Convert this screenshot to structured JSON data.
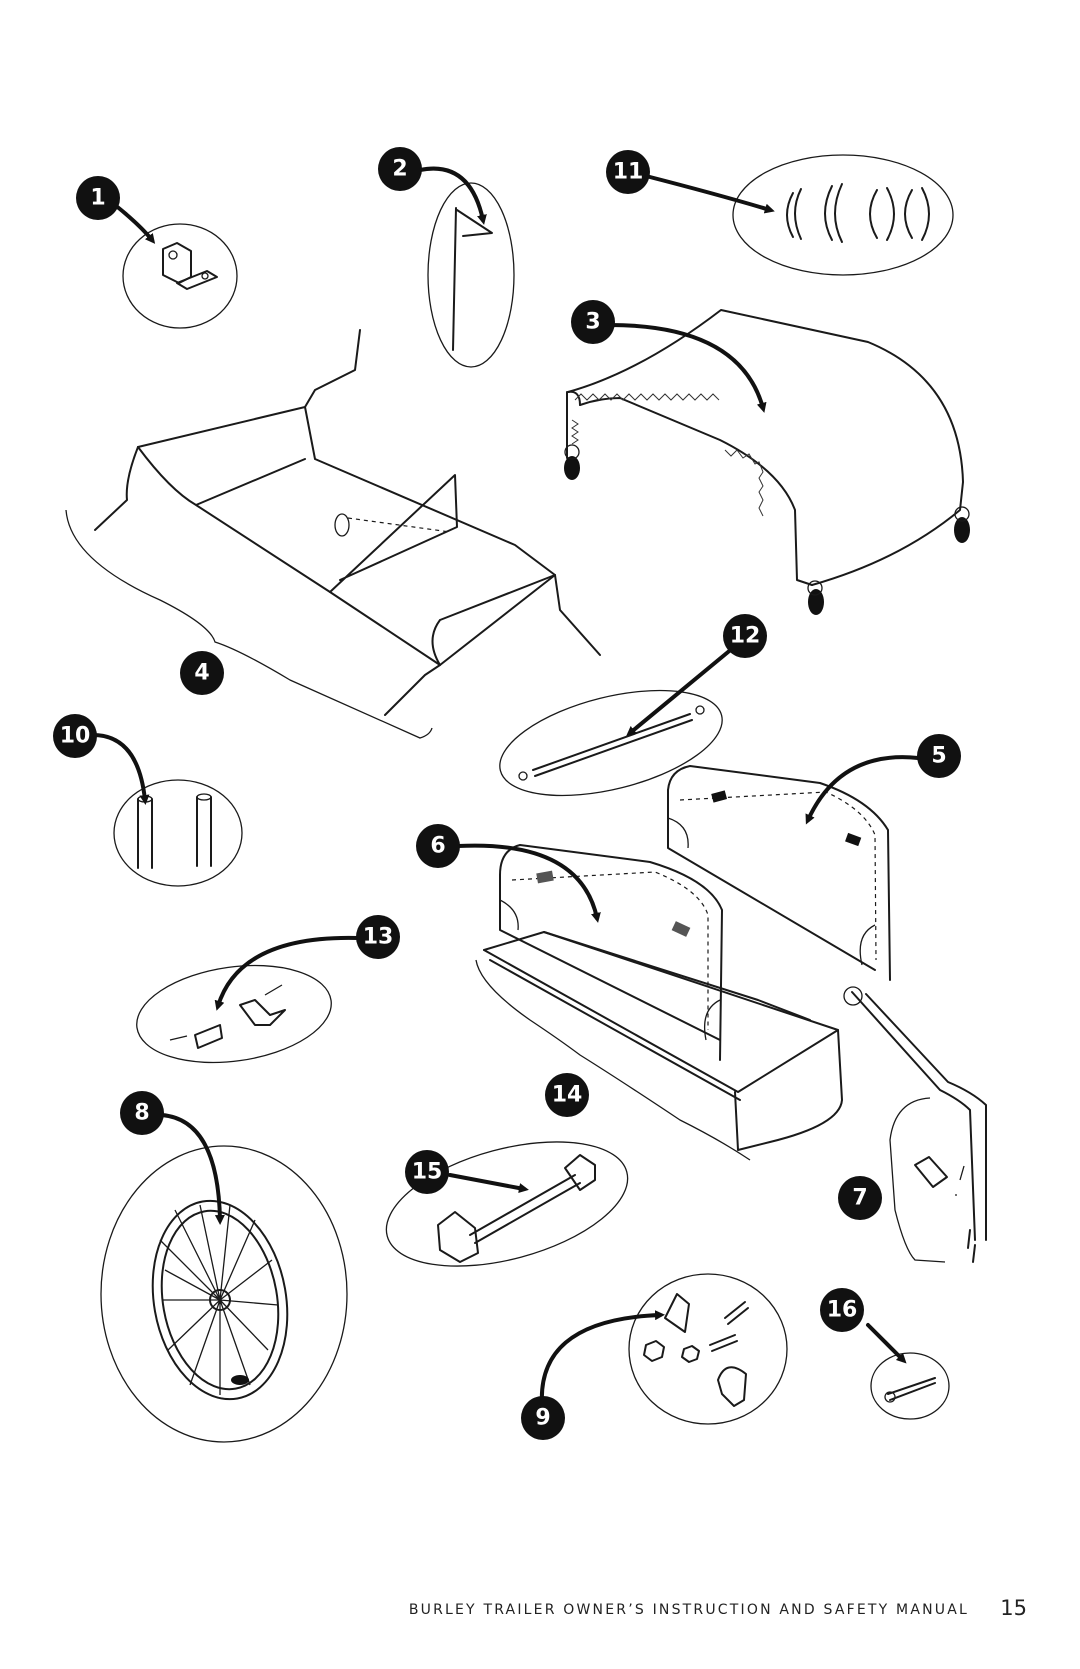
{
  "callouts": [
    "1",
    "2",
    "3",
    "4",
    "5",
    "6",
    "7",
    "8",
    "9",
    "10",
    "11",
    "12",
    "13",
    "14",
    "15",
    "16"
  ],
  "footer": {
    "title": "BURLEY TRAILER OWNER’S INSTRUCTION AND SAFETY MANUAL",
    "page_number": "15"
  }
}
